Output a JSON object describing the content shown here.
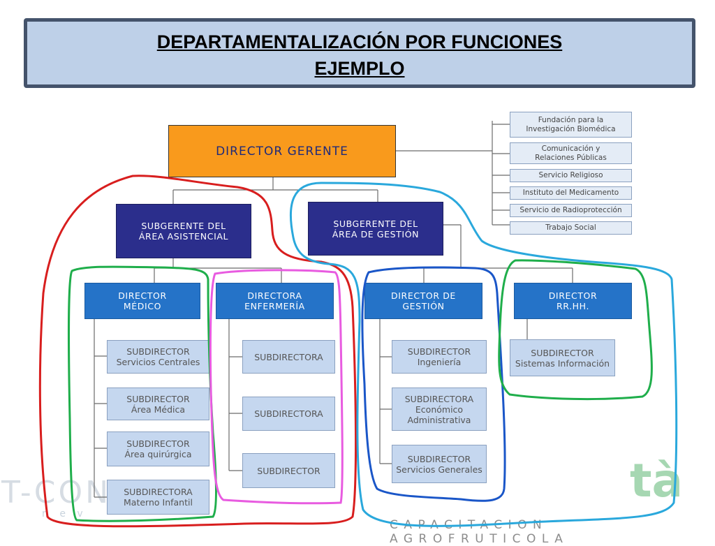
{
  "title": {
    "line1": "DEPARTAMENTALIZACIÓN POR FUNCIONES",
    "line2": "EJEMPLO"
  },
  "nodes": {
    "gerente": "DIRECTOR GERENTE",
    "subgerente_asistencial": "SUBGERENTE DEL\nÁREA ASISTENCIAL",
    "subgerente_gestion": "SUBGERENTE DEL\nÁREA DE GESTIÓN",
    "director_medico": "DIRECTOR\nMÉDICO",
    "directora_enfermeria": "DIRECTORA\nENFERMERÍA",
    "director_gestion": "DIRECTOR DE\nGESTIÓN",
    "director_rrhh": "DIRECTOR\nRR.HH.",
    "medico_subs": [
      "SUBDIRECTOR\nServicios Centrales",
      "SUBDIRECTOR\nÁrea Médica",
      "SUBDIRECTOR\nÁrea quirúrgica",
      "SUBDIRECTORA\nMaterno Infantil"
    ],
    "enfermeria_subs": [
      "SUBDIRECTORA",
      "SUBDIRECTORA",
      "SUBDIRECTOR"
    ],
    "gestion_subs": [
      "SUBDIRECTOR\nIngeniería",
      "SUBDIRECTORA\nEconómico\nAdministrativa",
      "SUBDIRECTOR\nServicios Generales"
    ],
    "rrhh_subs": [
      "SUBDIRECTOR\nSistemas Información"
    ],
    "side_units": [
      "Fundación para la\nInvestigación Biomédica",
      "Comunicación y\nRelaciones Públicas",
      "Servicio Religioso",
      "Instituto del Medicamento",
      "Servicio de Radioprotección",
      "Trabajo Social"
    ]
  },
  "watermark": {
    "left_text": "T-CON",
    "left_sub": "n e v",
    "right_text": "tà",
    "bottom_text": "CAPACITACION AGROFRUTICOLA"
  },
  "colors": {
    "title_bg": "#bed0e8",
    "gerente": "#f99a1c",
    "subgerente": "#2b2e8c",
    "director": "#2573c8",
    "subdirector": "#c5d7ef",
    "annot_red": "#d81e1e",
    "annot_cyan": "#2aa8dc",
    "annot_green": "#1fae4b",
    "annot_pink": "#e85be0",
    "annot_blue": "#1a56c8"
  }
}
